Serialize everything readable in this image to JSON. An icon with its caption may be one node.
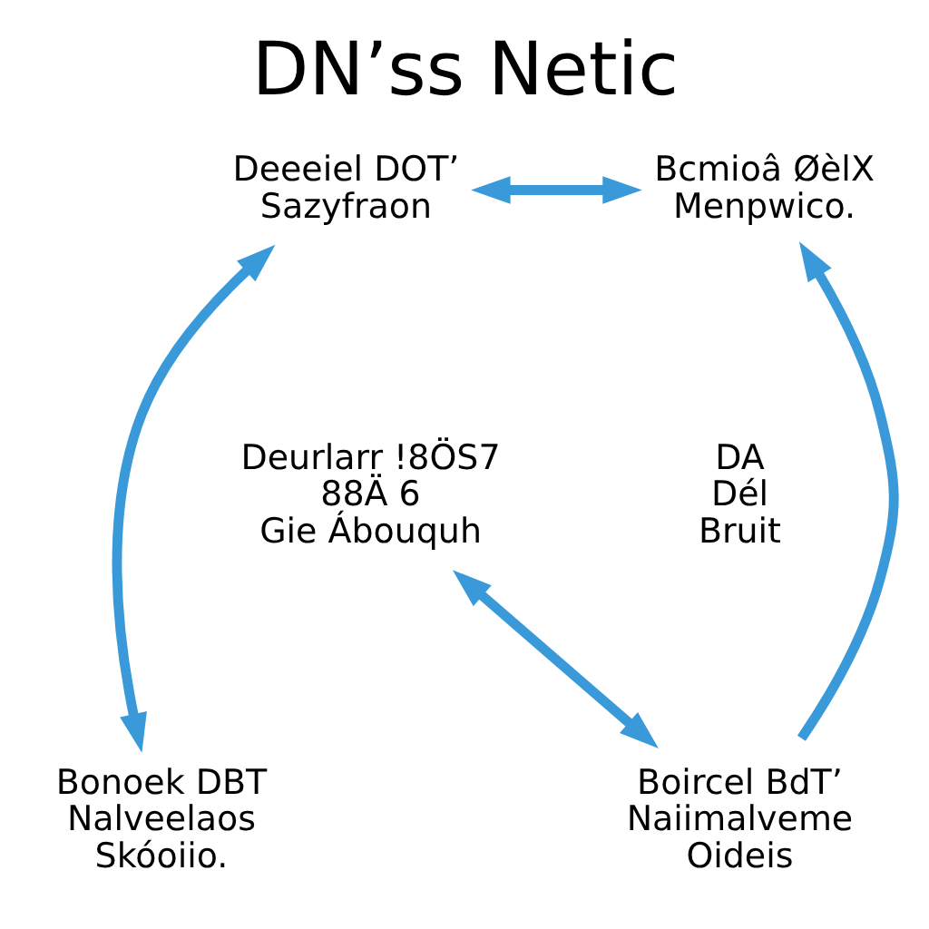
{
  "diagram": {
    "title": "DN’ss Netic",
    "nodes": [
      {
        "text": [
          "Deeeiel DOT’",
          "Sazyfraon"
        ]
      },
      {
        "text": [
          "Bcmioâ ØèlX",
          "Menpwico."
        ]
      },
      {
        "text": [
          "Deurlarr !8ÖS7",
          "88Ä 6",
          "Gie Ábouquh"
        ]
      },
      {
        "text": [
          "DA",
          "Dél",
          "Bruit"
        ]
      },
      {
        "text": [
          "Bonoek DBT",
          "Nalveelaos",
          "Skóoiio."
        ]
      },
      {
        "text": [
          "Boircel BdT’",
          "Naiimalveme",
          "Oideis"
        ]
      }
    ],
    "edges": [
      {
        "from": 0,
        "to": 1,
        "arrow": "both"
      },
      {
        "from": 4,
        "to": 0,
        "arrow": "both"
      },
      {
        "from": 5,
        "to": 1,
        "arrow": "to"
      },
      {
        "from": 2,
        "to": 5,
        "arrow": "both"
      }
    ]
  }
}
